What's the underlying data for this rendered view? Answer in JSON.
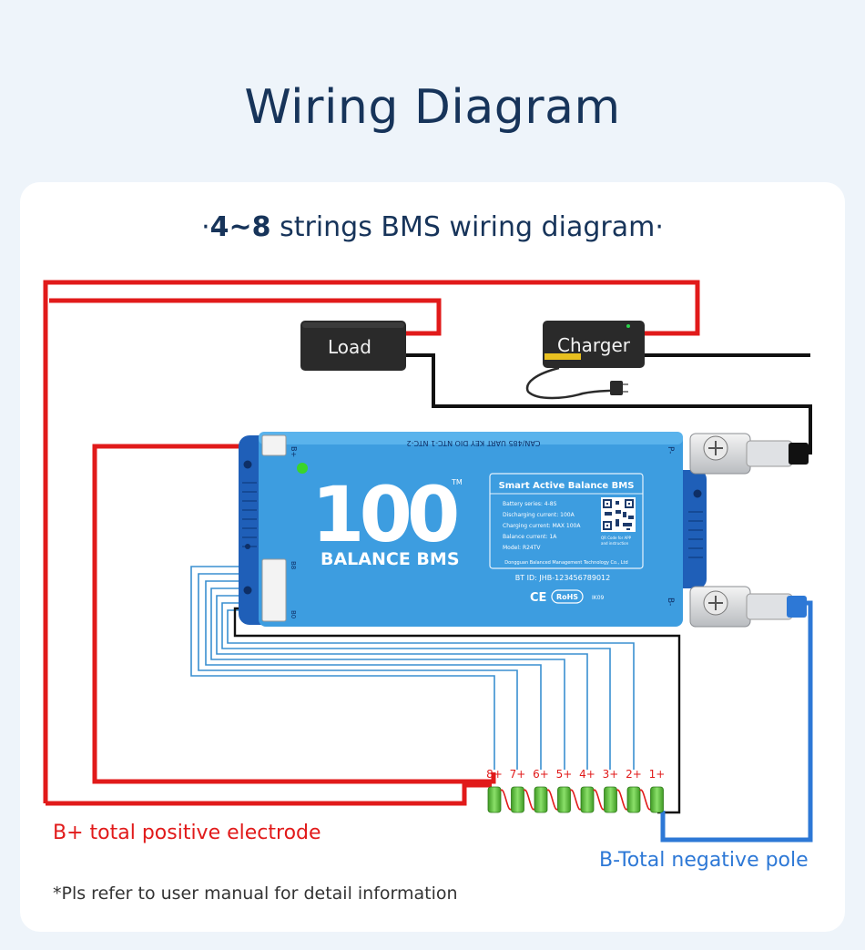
{
  "page": {
    "title": "Wiring Diagram",
    "subtitle_prefix": "·",
    "subtitle_bold": "4~8",
    "subtitle_rest": " strings BMS wiring diagram",
    "subtitle_suffix": "·"
  },
  "devices": {
    "load_label": "Load",
    "charger_label": "Charger"
  },
  "bms": {
    "logo_number": "100",
    "tm": "TM",
    "logo_text": "BALANCE BMS",
    "ports_text": "CAN/485  UART  KEY  DIO  NTC-1  NTC-2",
    "terminal_b_plus": "B+",
    "terminal_b8": "B8",
    "terminal_b0": "B0",
    "terminal_p_minus": "P-",
    "terminal_b_minus": "B-",
    "spec_title": "Smart Active Balance BMS",
    "spec_lines": [
      "Battery series: 4-8S",
      "Discharging current: 100A",
      "Charging current: MAX 100A",
      "Balance current: 1A",
      "Model: R24TV"
    ],
    "qr_note_1": "QR Code for APP",
    "qr_note_2": "and instruction",
    "manufacturer": "Dongguan Balanced Management Technology Co., Ltd",
    "bt_id": "BT ID: JHB-123456789012",
    "ce_mark": "CE",
    "rohs_mark": "RoHS",
    "ik_code": "IK09"
  },
  "cells": {
    "labels": [
      "8+",
      "7+",
      "6+",
      "5+",
      "4+",
      "3+",
      "2+",
      "1+"
    ]
  },
  "legend": {
    "positive": "B+ total positive electrode",
    "negative": "B-Total negative pole",
    "note": "*Pls refer to user manual for detail information"
  },
  "colors": {
    "positive_wire": "#e11a1a",
    "negative_wire": "#2d78d6",
    "black_wire": "#111111",
    "balance_wire": "#3a8fd0",
    "bms_body": "#3d9de0",
    "bms_side": "#1f5fb8",
    "cell_green": "#5cbf3a",
    "title": "#17345a"
  }
}
